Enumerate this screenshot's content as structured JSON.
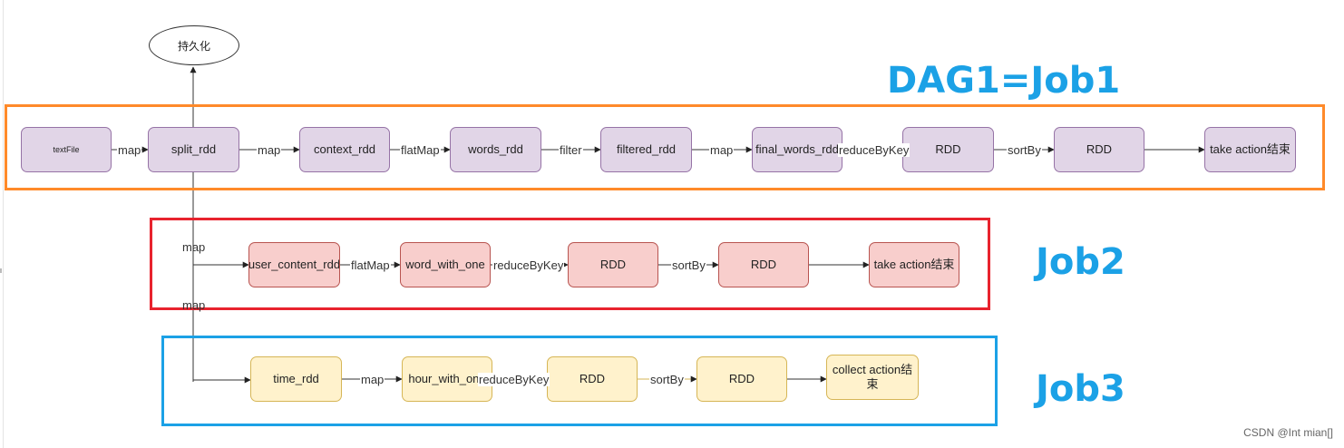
{
  "diagram": {
    "persist_node": "持久化",
    "job1": {
      "title": "DAG1=Job1",
      "nodes": [
        "textFile",
        "split_rdd",
        "context_rdd",
        "words_rdd",
        "filtered_rdd",
        "final_words_rdd",
        "RDD",
        "RDD",
        "take action结束"
      ],
      "edges": [
        "map",
        "map",
        "flatMap",
        "filter",
        "map",
        "reduceByKey",
        "sortBy",
        ""
      ]
    },
    "job2": {
      "title": "Job2",
      "branch_label": "map",
      "nodes": [
        "user_content_rdd",
        "word_with_one",
        "RDD",
        "RDD",
        "take action结束"
      ],
      "edges": [
        "flatMap",
        "reduceByKey",
        "sortBy",
        ""
      ]
    },
    "job3": {
      "title": "Job3",
      "branch_label": "map",
      "nodes": [
        "time_rdd",
        "hour_with_one",
        "RDD",
        "RDD",
        "collect action结束"
      ],
      "edges": [
        "map",
        "reduceByKey",
        "sortBy",
        ""
      ]
    },
    "colors": {
      "job1_frame": "#ff8a2a",
      "job2_frame": "#e8232e",
      "job3_frame": "#1ba1e6",
      "title_color": "#1ba1e6",
      "job1_node_fill": "#e1d5e7",
      "job2_node_fill": "#f8cecc",
      "job3_node_fill": "#fff2cc"
    }
  },
  "watermark": "CSDN @Int mian[]"
}
